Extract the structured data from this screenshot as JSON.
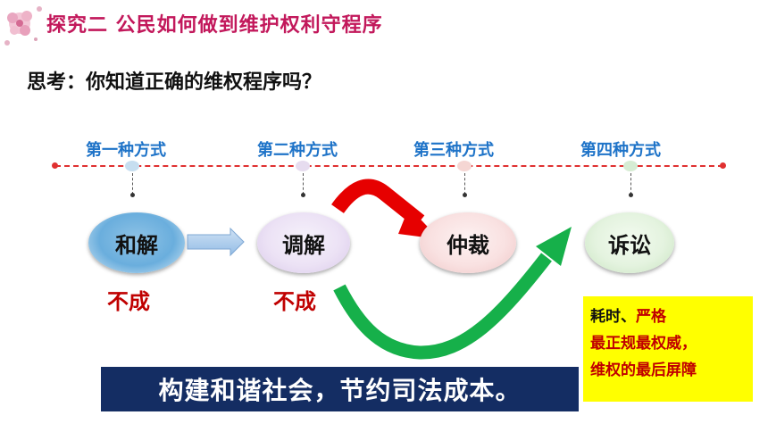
{
  "header": {
    "title": "探究二 公民如何做到维护权利守程序",
    "question": "思考：你知道正确的维权程序吗？"
  },
  "methods": [
    {
      "label": "第一种方式",
      "name": "和解",
      "fail": "不成"
    },
    {
      "label": "第二种方式",
      "name": "调解",
      "fail": "不成"
    },
    {
      "label": "第三种方式",
      "name": "仲裁"
    },
    {
      "label": "第四种方式",
      "name": "诉讼"
    }
  ],
  "banner": {
    "text": "构建和谐社会，节约司法成本。"
  },
  "note": {
    "line1_a": "耗时、",
    "line1_b": "严格",
    "line2": "最正规最权威，",
    "line3": "维权的最后屏障"
  },
  "colors": {
    "title": "#c2185b",
    "method_label": "#1e73c8",
    "fail_text": "#c00000",
    "banner_bg": "#142d63",
    "note_bg": "#ffff00",
    "arrow_red": "#e60000",
    "arrow_green": "#16b04a",
    "arrow_blue": "#a6c8ea"
  }
}
